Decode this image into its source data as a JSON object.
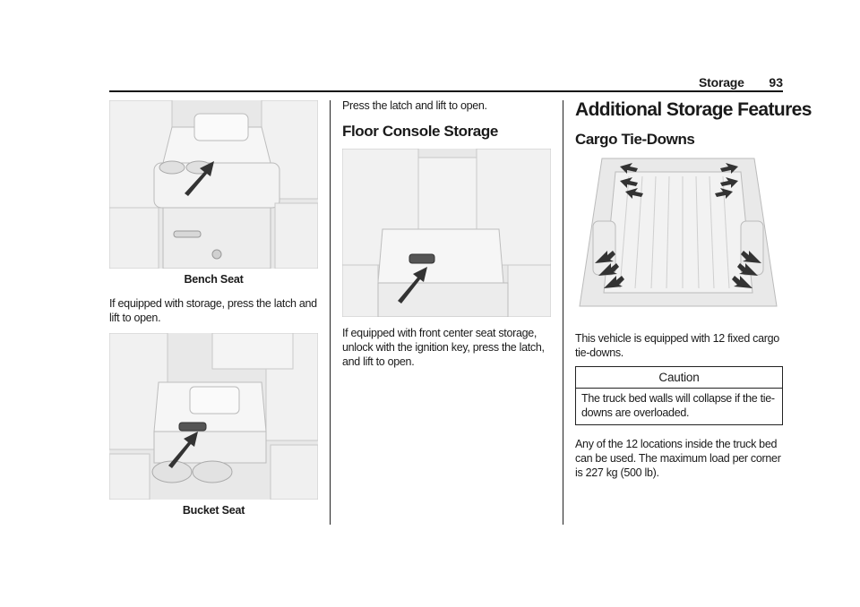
{
  "header": {
    "section": "Storage",
    "page_number": "93"
  },
  "left_column": {
    "figure1_caption": "Bench Seat",
    "paragraph": "If equipped with storage, press the latch and lift to open.",
    "figure2_caption": "Bucket Seat"
  },
  "middle_column": {
    "intro": "Press the latch and lift to open.",
    "heading": "Floor Console Storage",
    "paragraph": "If equipped with front center seat storage, unlock with the ignition key, press the latch, and lift to open."
  },
  "right_column": {
    "heading": "Additional Storage Features",
    "subheading": "Cargo Tie-Downs",
    "paragraph1": "This vehicle is equipped with 12 fixed cargo tie-downs.",
    "caution": {
      "title": "Caution",
      "body": "The truck bed walls will collapse if the tie-downs are overloaded."
    },
    "paragraph2": "Any of the 12 locations inside the truck bed can be used. The maximum load per corner is 227 kg (500 lb)."
  },
  "colors": {
    "figure_bg": "#e6e6e6",
    "arrow": "#333333",
    "rule": "#111111"
  }
}
